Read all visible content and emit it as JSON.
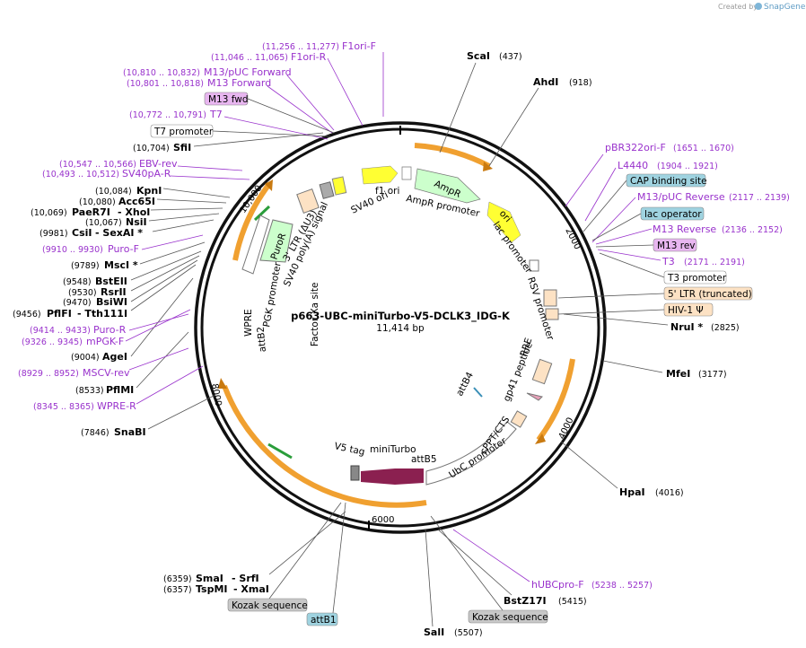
{
  "brand": "Created by",
  "brand_name": "SnapGene",
  "plasmid_name": "p663-UBC-miniTurbo-V5-DCLK3_IDG-K",
  "plasmid_length": "11,414 bp",
  "ticks": [
    "2000",
    "4000",
    "6000",
    "8000",
    "10,000"
  ],
  "enzymes": [
    {
      "name": "ScaI",
      "pos": "(437)"
    },
    {
      "name": "AhdI",
      "pos": "(918)"
    },
    {
      "name": "NruI *",
      "pos": "(2825)"
    },
    {
      "name": "MfeI",
      "pos": "(3177)"
    },
    {
      "name": "HpaI",
      "pos": "(4016)"
    },
    {
      "name": "BstZ17I",
      "pos": "(5415)"
    },
    {
      "name": "SalI",
      "pos": "(5507)"
    },
    {
      "name": "SmaI",
      "pos": "(6359)",
      "extra": "- SrfI"
    },
    {
      "name": "TspMI",
      "pos": "(6357)",
      "extra": "- XmaI"
    },
    {
      "name": "SnaBI",
      "pos": "(7846)"
    },
    {
      "name": "PflMI",
      "pos": "(8533)"
    },
    {
      "name": "AgeI",
      "pos": "(9004)"
    },
    {
      "name": "PflFI",
      "pos": "(9456)",
      "extra": "- Tth111I"
    },
    {
      "name": "BsiWI",
      "pos": "(9470)"
    },
    {
      "name": "RsrII",
      "pos": "(9530)"
    },
    {
      "name": "BstEII",
      "pos": "(9548)"
    },
    {
      "name": "MscI *",
      "pos": "(9789)"
    },
    {
      "name": "CsiI",
      "pos": "(9981)",
      "extra": "- SexAI *"
    },
    {
      "name": "NsiI",
      "pos": "(10,067)"
    },
    {
      "name": "PaeR7I",
      "pos": "(10,069)",
      "extra": "- XhoI"
    },
    {
      "name": "Acc65I",
      "pos": "(10,080)"
    },
    {
      "name": "KpnI",
      "pos": "(10,084)"
    },
    {
      "name": "SfiI",
      "pos": "(10,704)"
    }
  ],
  "primers": [
    {
      "name": "F1ori-F",
      "pos": "(11,256 .. 11,277)"
    },
    {
      "name": "F1ori-R",
      "pos": "(11,046 .. 11,065)"
    },
    {
      "name": "M13/pUC Forward",
      "pos": "(10,810 .. 10,832)"
    },
    {
      "name": "M13 Forward",
      "pos": "(10,801 .. 10,818)"
    },
    {
      "name": "T7",
      "pos": "(10,772 .. 10,791)"
    },
    {
      "name": "EBV-rev",
      "pos": "(10,547 .. 10,566)"
    },
    {
      "name": "SV40pA-R",
      "pos": "(10,493 .. 10,512)"
    },
    {
      "name": "Puro-F",
      "pos": "(9910 .. 9930)"
    },
    {
      "name": "Puro-R",
      "pos": "(9414 .. 9433)"
    },
    {
      "name": "mPGK-F",
      "pos": "(9326 .. 9345)"
    },
    {
      "name": "MSCV-rev",
      "pos": "(8929 .. 8952)"
    },
    {
      "name": "WPRE-R",
      "pos": "(8345 .. 8365)"
    },
    {
      "name": "pBR322ori-F",
      "pos": "(1651 .. 1670)"
    },
    {
      "name": "L4440",
      "pos": "(1904 .. 1921)"
    },
    {
      "name": "M13/pUC Reverse",
      "pos": "(2117 .. 2139)"
    },
    {
      "name": "M13 Reverse",
      "pos": "(2136 .. 2152)"
    },
    {
      "name": "T3",
      "pos": "(2171 .. 2191)"
    },
    {
      "name": "hUBCpro-F",
      "pos": "(5238 .. 5257)"
    }
  ],
  "boxed_labels": [
    {
      "name": "M13 fwd",
      "color": "#e8b6f0"
    },
    {
      "name": "T7 promoter",
      "color": "#ffffff"
    },
    {
      "name": "CAP binding site",
      "color": "#9fd3e0"
    },
    {
      "name": "lac operator",
      "color": "#9fd3e0"
    },
    {
      "name": "M13 rev",
      "color": "#e8b6f0"
    },
    {
      "name": "T3 promoter",
      "color": "#ffffff"
    },
    {
      "name": "5' LTR (truncated)",
      "color": "#fde2c4"
    },
    {
      "name": "HIV-1 Ψ",
      "color": "#fde2c4"
    },
    {
      "name": "Kozak sequence",
      "color": "#c8c8c8"
    },
    {
      "name": "attB1",
      "color": "#9fd3e0"
    },
    {
      "name": "Kozak sequence",
      "color": "#c8c8c8"
    }
  ],
  "features": [
    "f1 ori",
    "AmpR",
    "AmpR promoter",
    "ori",
    "lac promoter",
    "RSV promoter",
    "RRE",
    "gp41 peptide",
    "cPPT/CTS",
    "UbC promoter",
    "attB5",
    "miniTurbo",
    "V5 tag",
    "attB4",
    "attB2",
    "WPRE",
    "PGK promoter",
    "PuroR",
    "SV40 poly(A) signal",
    "3' LTR (ΔU3)",
    "SV40 ori",
    "Factor Xa site"
  ],
  "colors": {
    "primer": "#9932cc",
    "backbone": "#111111",
    "orange": "#f0a030"
  }
}
